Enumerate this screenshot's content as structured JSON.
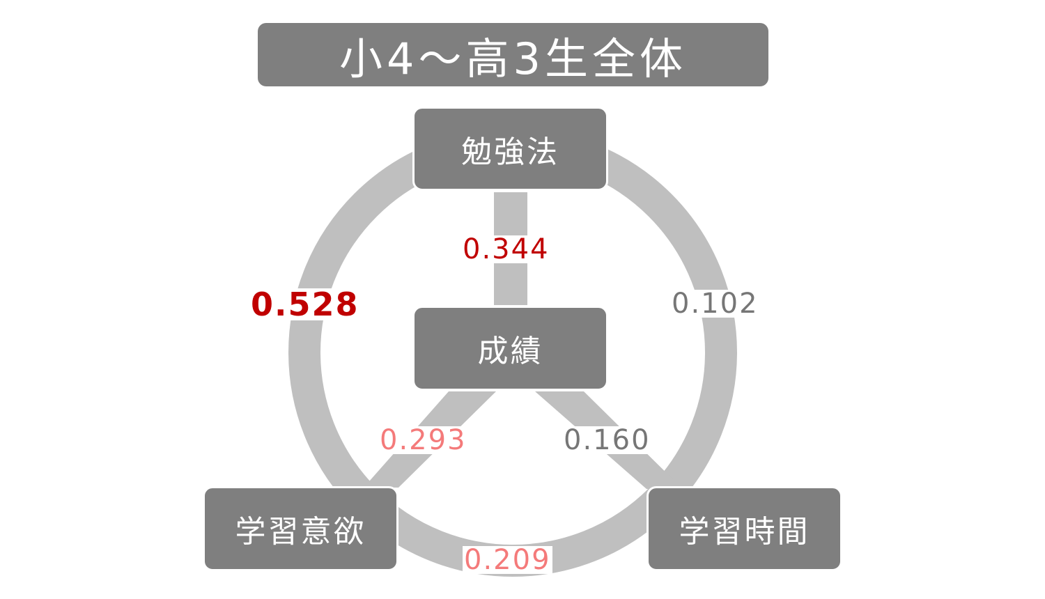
{
  "title": "小4〜高3生全体",
  "nodes": {
    "study_method": "勉強法",
    "grades": "成績",
    "motivation": "学習意欲",
    "study_time": "学習時間"
  },
  "edges": {
    "study_method_grades": "0.344",
    "study_method_motivation": "0.528",
    "study_method_study_time": "0.102",
    "grades_motivation": "0.293",
    "grades_study_time": "0.160",
    "motivation_study_time": "0.209"
  },
  "colors": {
    "box_fill": "#7f7f7f",
    "connector": "#bfbfbf",
    "strong": "#c00000",
    "moderate": "#f47a7a",
    "weak": "#767676"
  }
}
